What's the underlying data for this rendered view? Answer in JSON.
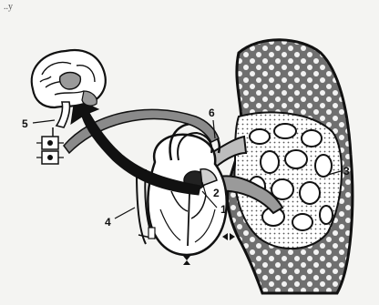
{
  "diagram": {
    "colors": {
      "ink": "#111111",
      "gray": "#8a8a8a",
      "lightgray": "#cfcfcf",
      "paper": "#f4f4f2"
    },
    "labels": {
      "l1": "1",
      "l2": "2",
      "l3": "3",
      "l4": "4",
      "l5": "5",
      "l6": "6"
    }
  }
}
